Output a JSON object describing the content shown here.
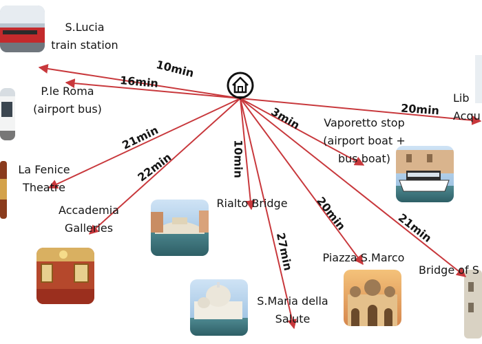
{
  "hub": {
    "icon": "house-icon",
    "color": "#111111"
  },
  "arrow_color": "#c8383c",
  "routes": [
    {
      "destination": "S.Lucia\ntrain station",
      "duration": "10min"
    },
    {
      "destination": "P.le Roma\n(airport bus)",
      "duration": "16min"
    },
    {
      "destination": "La Fenice\nTheatre",
      "duration": "21min"
    },
    {
      "destination": "Accademia\nGalleries",
      "duration": "22min"
    },
    {
      "destination": "Rialto Bridge",
      "duration": "10min"
    },
    {
      "destination": "S.Maria della\nSalute",
      "duration": "27min"
    },
    {
      "destination": "Piazza S.Marco",
      "duration": "20min"
    },
    {
      "destination": "Bridge of S",
      "duration": "21min"
    },
    {
      "destination": "Vaporetto stop\n(airport boat +\nbus boat)",
      "duration": "3min"
    },
    {
      "destination": "Lib\nAcqu",
      "duration": "20min"
    }
  ],
  "photos": [
    {
      "subject": "train-photo"
    },
    {
      "subject": "bus-photo"
    },
    {
      "subject": "theatre-photo"
    },
    {
      "subject": "gallery-interior-photo"
    },
    {
      "subject": "rialto-bridge-photo"
    },
    {
      "subject": "santa-maria-della-salute-photo"
    },
    {
      "subject": "piazza-san-marco-photo"
    },
    {
      "subject": "bridge-of-sighs-photo"
    },
    {
      "subject": "vaporetto-boat-photo"
    }
  ]
}
